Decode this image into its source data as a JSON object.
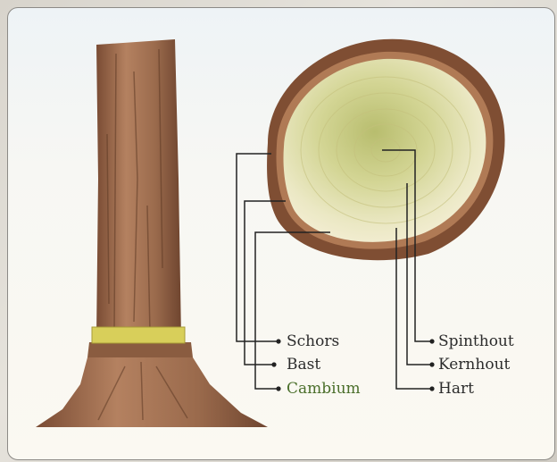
{
  "labels": {
    "left": [
      "Schors",
      "Bast",
      "Cambium"
    ],
    "right": [
      "Spinthout",
      "Kernhout",
      "Hart"
    ]
  },
  "colors": {
    "bark": "#8a5a3a",
    "sapwood": "#e9e4b8",
    "heartwood": "#b9bd6a",
    "cambium_band": "#d8cf5a",
    "cambium_label": "#4a6e2a"
  }
}
